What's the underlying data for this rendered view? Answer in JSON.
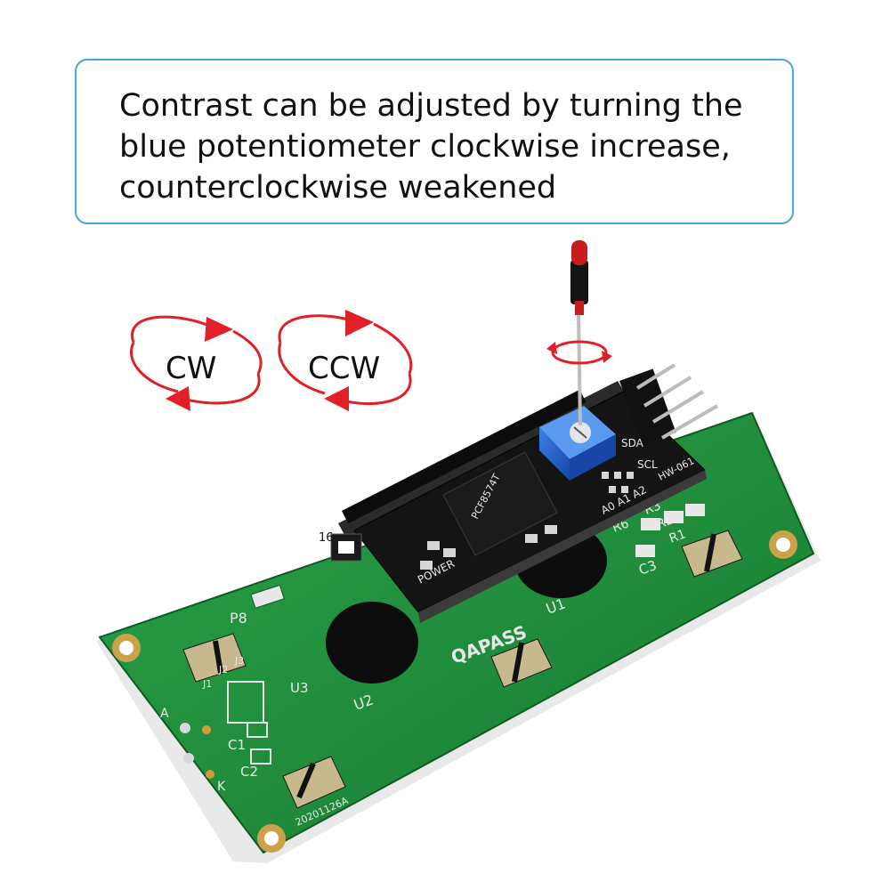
{
  "callout": {
    "line1": "Contrast can be adjusted by turning the",
    "line2": "blue potentiometer clockwise increase,",
    "line3": "counterclockwise weakened"
  },
  "rotation_labels": {
    "cw": "CW",
    "ccw": "CCW"
  },
  "adapter_board": {
    "pin_labels": {
      "sda": "SDA",
      "scl": "SCL"
    },
    "model": "HW-061",
    "address_pads": "A0 A1 A2",
    "power_label": "POWER",
    "chip_marking_1": "PCF8574T",
    "chip_marking_2": "",
    "pin16": "16"
  },
  "lcd_board": {
    "brand": "QAPASS",
    "u1": "U1",
    "u2": "U2",
    "u3": "U3",
    "p8": "P8",
    "c1": "C1",
    "c2": "C2",
    "c3": "C3",
    "r1": "R1",
    "r2": "R2",
    "r3": "R3",
    "r6": "R6",
    "pad_a": "A",
    "pad_k": "K",
    "j1": "J1",
    "j2": "J2",
    "j3": "J3",
    "date_code": "20201126A"
  },
  "colors": {
    "callout_border": "#4aa3d6",
    "arrow_red": "#e01f26",
    "pcb_green": "#1f8a3b",
    "adapter_black": "#141414",
    "potentiometer_blue": "#1f5fd0"
  }
}
